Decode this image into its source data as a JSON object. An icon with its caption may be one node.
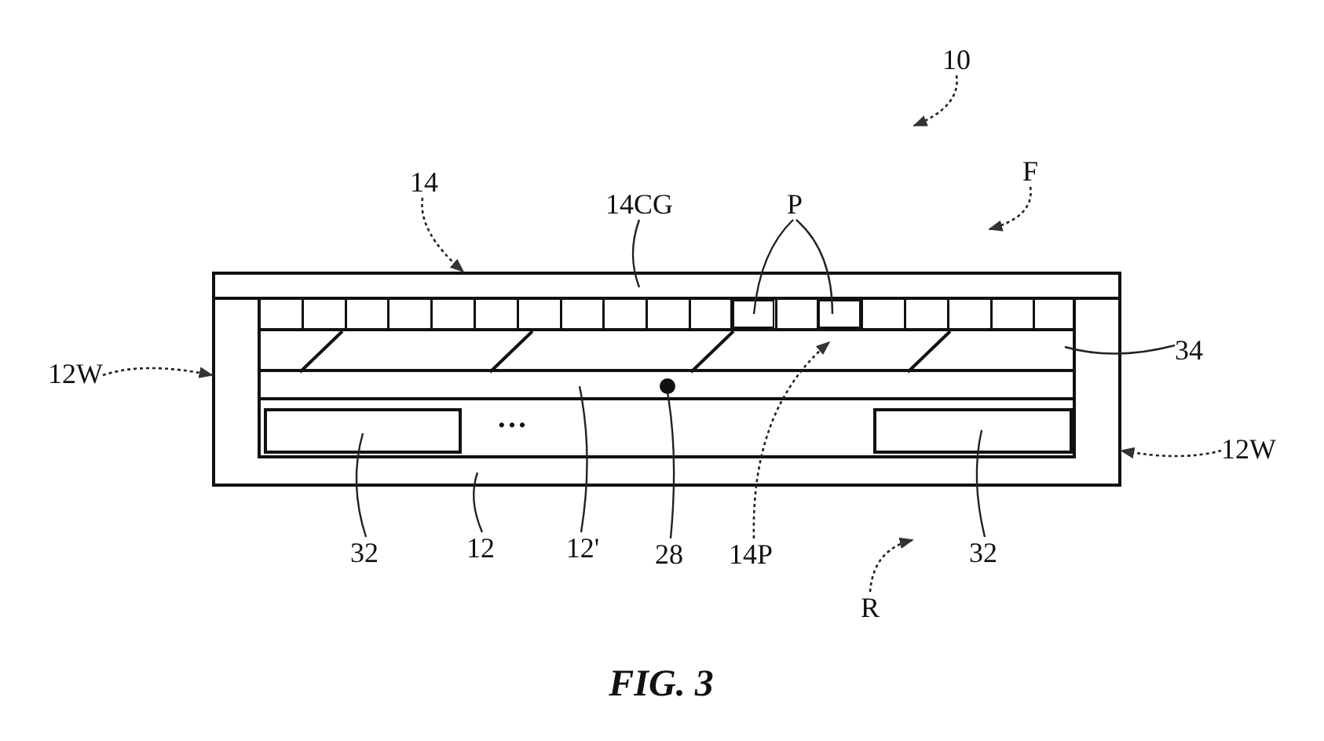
{
  "diagram": {
    "caption": "FIG. 3",
    "nodes": [
      {
        "text": [
          "10"
        ]
      },
      {
        "text": [
          "14"
        ]
      },
      {
        "text": [
          "F"
        ]
      },
      {
        "text": [
          "14CG"
        ]
      },
      {
        "text": [
          "P"
        ]
      },
      {
        "text": [
          "12W"
        ]
      },
      {
        "text": [
          "34"
        ]
      },
      {
        "text": [
          "12W"
        ]
      },
      {
        "text": [
          "32"
        ]
      },
      {
        "text": [
          "12"
        ]
      },
      {
        "text": [
          "12'"
        ]
      },
      {
        "text": [
          "28"
        ]
      },
      {
        "text": [
          "14P"
        ]
      },
      {
        "text": [
          "R"
        ]
      },
      {
        "text": [
          "32"
        ]
      },
      {
        "text": [],
        "shape": "box"
      },
      {
        "text": [],
        "shape": "box",
        "in": 15
      },
      {
        "text": [],
        "shape": "box",
        "in": 15
      },
      {
        "text": [],
        "shape": "box",
        "in": 15
      },
      {
        "text": [],
        "shape": "box",
        "in": 15
      },
      {
        "text": [],
        "shape": "box",
        "in": 15
      },
      {
        "text": [],
        "shape": "circle",
        "in": 20
      },
      {
        "text": [],
        "shape": "box",
        "in": 15
      },
      {
        "text": [],
        "shape": "box",
        "in": 15
      }
    ],
    "edges": [
      {
        "from": 0,
        "to": null,
        "arrow": "to",
        "style": "dashed"
      },
      {
        "from": 1,
        "to": 16,
        "arrow": "to",
        "style": "dashed"
      },
      {
        "from": 2,
        "to": null,
        "arrow": "to",
        "style": "dashed"
      },
      {
        "from": 3,
        "to": 16,
        "arrow": "none"
      },
      {
        "from": 4,
        "to": 17,
        "arrow": "none"
      },
      {
        "from": 4,
        "to": 18,
        "arrow": "none"
      },
      {
        "from": 5,
        "to": 15,
        "arrow": "to",
        "style": "dashed"
      },
      {
        "from": 6,
        "to": 19,
        "arrow": "none"
      },
      {
        "from": 7,
        "to": 15,
        "arrow": "to",
        "style": "dashed"
      },
      {
        "from": 8,
        "to": 22,
        "arrow": "none"
      },
      {
        "from": 9,
        "to": 15,
        "arrow": "none"
      },
      {
        "from": 10,
        "to": 20,
        "arrow": "none"
      },
      {
        "from": 11,
        "to": 21,
        "arrow": "none"
      },
      {
        "from": 12,
        "to": 19,
        "arrow": "to",
        "style": "dashed"
      },
      {
        "from": 13,
        "to": null,
        "arrow": "to",
        "style": "dashed"
      },
      {
        "from": 14,
        "to": 23,
        "arrow": "none"
      }
    ],
    "labels": [
      "•••"
    ]
  }
}
